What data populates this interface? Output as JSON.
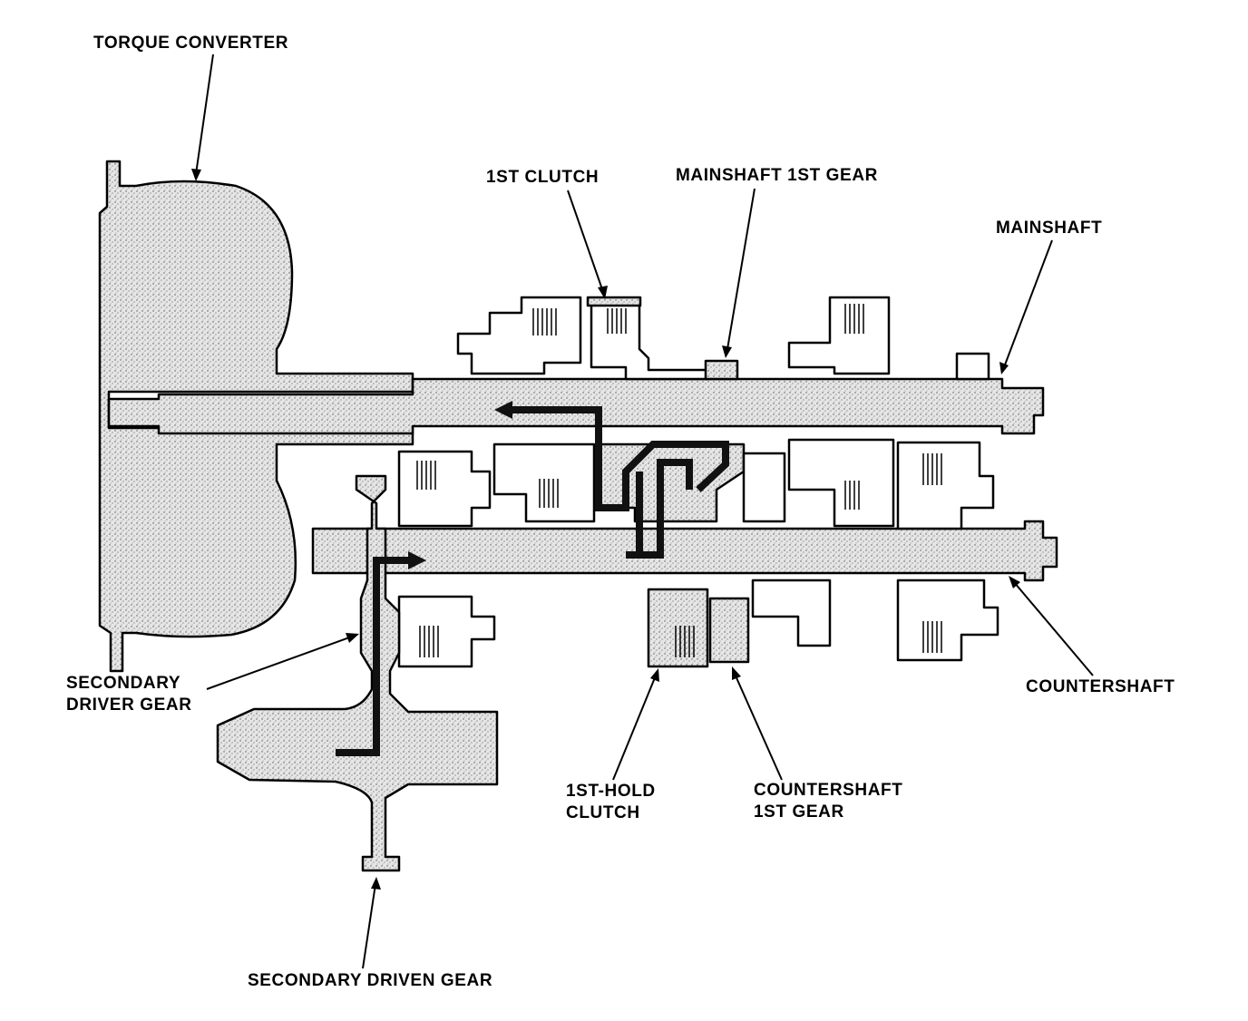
{
  "labels": {
    "torque_converter": "TORQUE CONVERTER",
    "first_clutch": "1ST CLUTCH",
    "mainshaft_first_gear": "MAINSHAFT 1ST GEAR",
    "mainshaft": "MAINSHAFT",
    "secondary_driver_gear_line1": "SECONDARY",
    "secondary_driver_gear_line2": "DRIVER GEAR",
    "countershaft": "COUNTERSHAFT",
    "first_hold_clutch_line1": "1ST-HOLD",
    "first_hold_clutch_line2": "CLUTCH",
    "countershaft_first_gear_line1": "COUNTERSHAFT",
    "countershaft_first_gear_line2": "1ST GEAR",
    "secondary_driven_gear": "SECONDARY DRIVEN GEAR"
  },
  "colors": {
    "stipple_fill": "#d9d9d9",
    "outline": "#000000",
    "power_flow": "#111111",
    "background": "#ffffff"
  }
}
